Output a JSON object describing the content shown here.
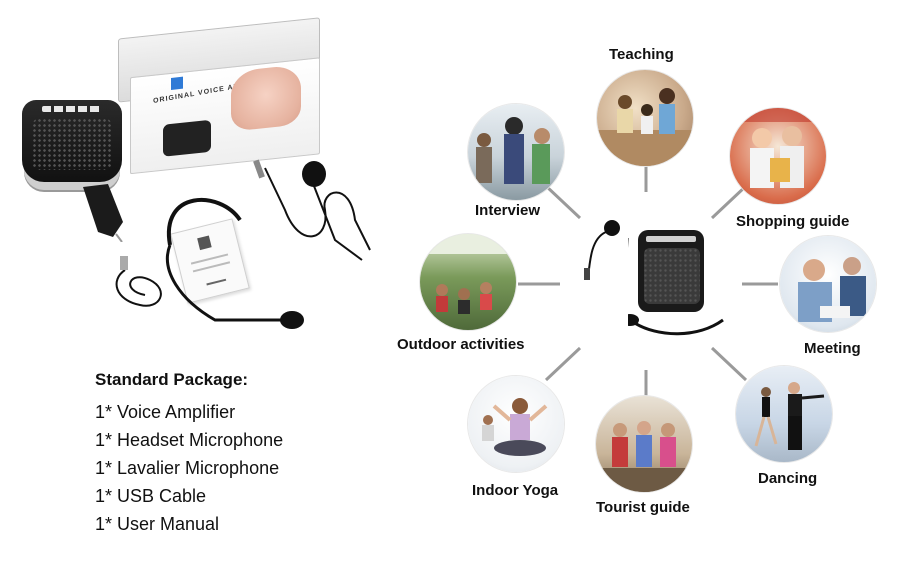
{
  "package": {
    "title": "Standard Package:",
    "items": [
      "1* Voice Amplifier",
      "1* Headset Microphone",
      "1* Lavalier Microphone",
      "1* USB Cable",
      "1* User Manual"
    ]
  },
  "box": {
    "brand_text": "ORIGINAL VOICE AMPLIFIER"
  },
  "scenarios": [
    {
      "label": "Teaching"
    },
    {
      "label": "Shopping guide"
    },
    {
      "label": "Meeting"
    },
    {
      "label": "Dancing"
    },
    {
      "label": "Tourist guide"
    },
    {
      "label": "Indoor Yoga"
    },
    {
      "label": "Outdoor activities"
    },
    {
      "label": "Interview"
    }
  ],
  "colors": {
    "connector_line": "#9a9a9a",
    "text": "#111111",
    "device_body": "#1a1a1a"
  }
}
